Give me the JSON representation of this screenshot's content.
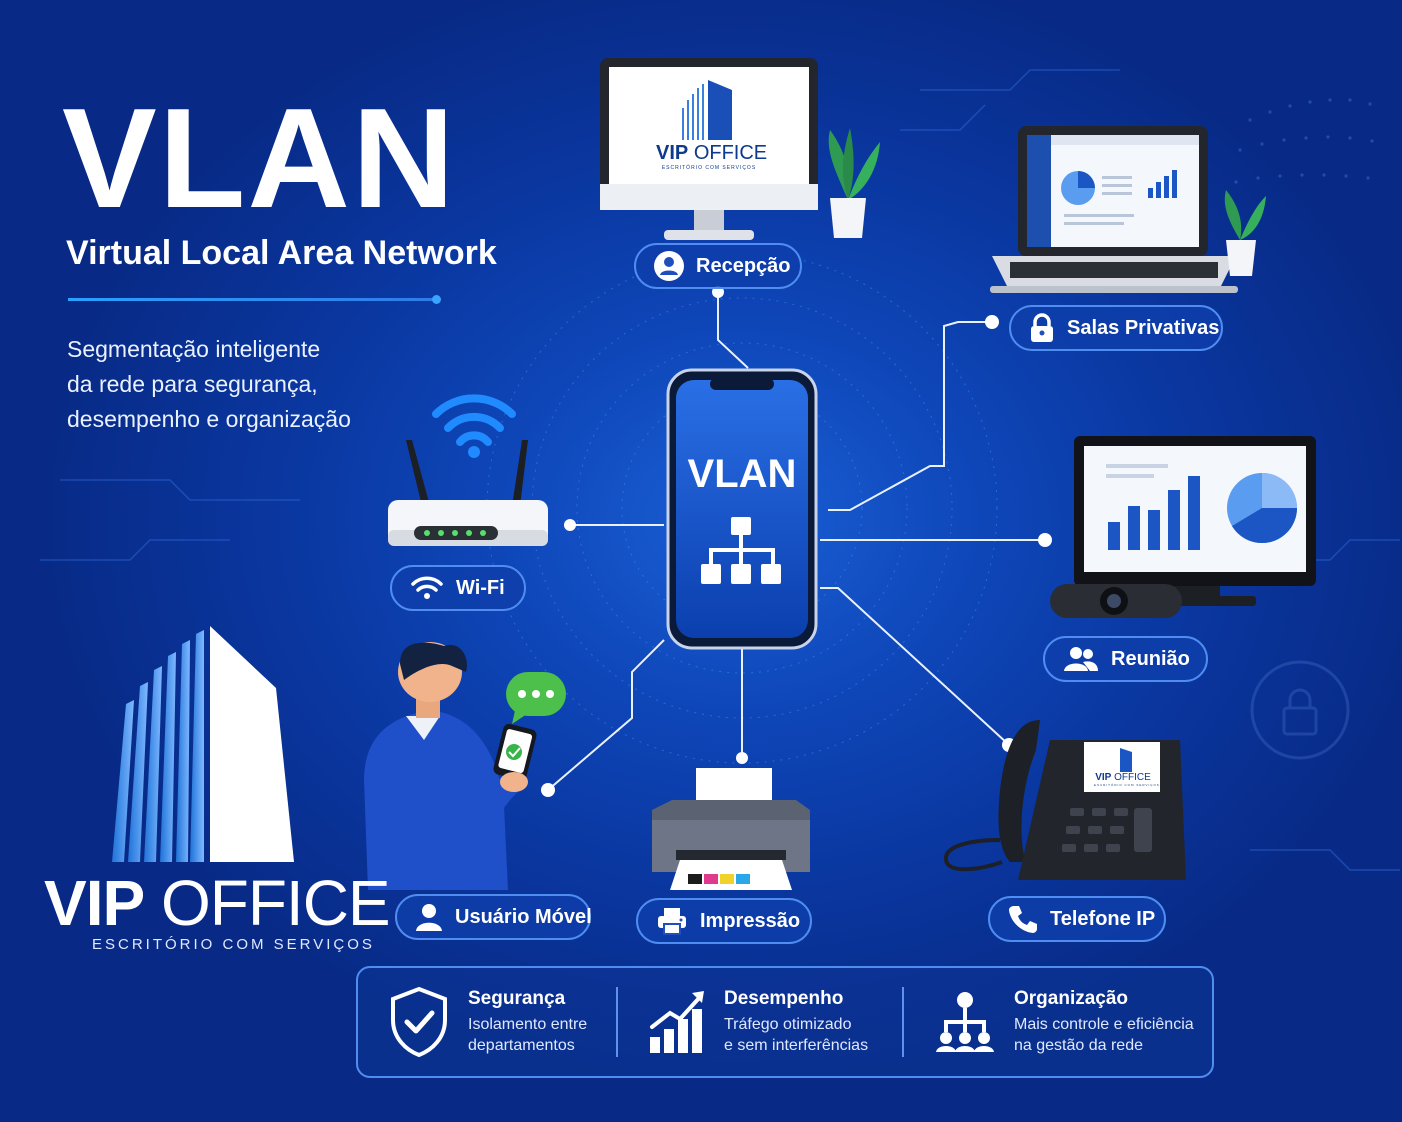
{
  "header": {
    "title": "VLAN",
    "subtitle": "Virtual Local Area Network",
    "description_lines": [
      "Segmentação inteligente",
      "da rede para segurança,",
      "desempenho e organização"
    ]
  },
  "hub": {
    "label": "VLAN"
  },
  "nodes": {
    "recepcao": "Recepção",
    "salas": "Salas Privativas",
    "wifi": "Wi-Fi",
    "reuniao": "Reunião",
    "usuario": "Usuário Móvel",
    "impressao": "Impressão",
    "telefone": "Telefone IP"
  },
  "brand": {
    "name_bold": "VIP",
    "name_light": "OFFICE",
    "tagline": "ESCRITÓRIO COM SERVIÇOS"
  },
  "benefits": [
    {
      "title": "Segurança",
      "lines": [
        "Isolamento entre",
        "departamentos"
      ]
    },
    {
      "title": "Desempenho",
      "lines": [
        "Tráfego otimizado",
        "e sem interferências"
      ]
    },
    {
      "title": "Organização",
      "lines": [
        "Mais controle e eficiência",
        "na gestão da rede"
      ]
    }
  ],
  "colors": {
    "accent": "#4f8ef0",
    "background": "#0a37a0",
    "chat": "#4cc04a"
  }
}
